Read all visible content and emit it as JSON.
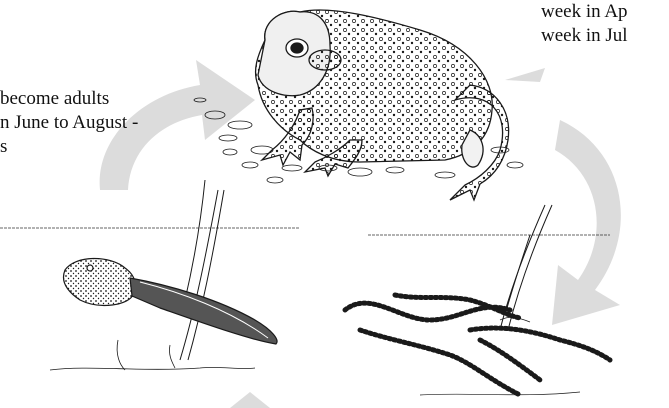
{
  "captions": {
    "left": [
      "become adults",
      "n June to August -",
      "s"
    ],
    "right": [
      "week in Ap",
      "week in Jul"
    ]
  },
  "colors": {
    "arrow": "#dcdcdc",
    "ink": "#1a1a1a",
    "toad_fill": "#e6e6e6",
    "tadpole_fill": "#4a4a4a"
  },
  "icons": {
    "cycle_arrows": "curved-arrow-icon",
    "adult": "toad-illustration",
    "larva": "tadpole-illustration",
    "eggs": "toad-spawn-illustration"
  }
}
